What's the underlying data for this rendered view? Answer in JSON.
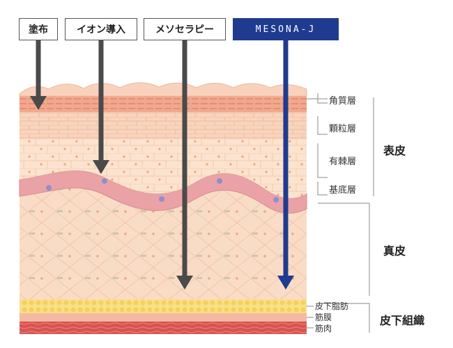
{
  "methods": [
    {
      "label": "塗布"
    },
    {
      "label": "イオン導入"
    },
    {
      "label": "メソセラピー"
    },
    {
      "label": "MESONA-J"
    }
  ],
  "epidermis_layers": [
    "角質層",
    "顆粒層",
    "有棘層",
    "基底層"
  ],
  "groups": {
    "epidermis": "表皮",
    "dermis": "真皮",
    "subcutaneous": "皮下組織"
  },
  "subcutaneous_layers": [
    "皮下脂肪",
    "筋膜",
    "筋肉"
  ],
  "colors": {
    "brand": "#1f3b8f",
    "arrow_gray": "#4a4a4a",
    "skin_light": "#f8dcc6",
    "skin_dark": "#f0b59a",
    "basal_pink": "#e9a3a8",
    "fat_yellow": "#f6d66b",
    "muscle_red": "#d9534f"
  }
}
